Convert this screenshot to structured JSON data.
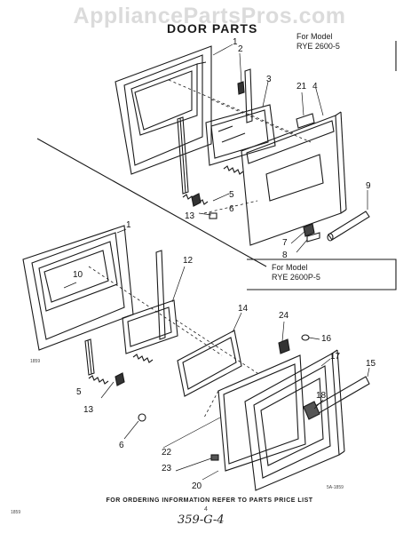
{
  "watermark": "AppliancePartsPros.com",
  "title": "DOOR PARTS",
  "model_upper": {
    "line1": "For Model",
    "line2": "RYE 2600-5"
  },
  "model_lower": {
    "line1": "For Model",
    "line2": "RYE 2600P-5"
  },
  "footer": "FOR ORDERING INFORMATION REFER TO PARTS PRICE LIST",
  "page_number": "4",
  "handwritten_code": "359-G-4",
  "corner_code_left": "1859",
  "corner_code_right": "5A-1859",
  "side_code": "1859",
  "callouts": {
    "c1_top": "1",
    "c2": "2",
    "c3": "3",
    "c21": "21",
    "c4": "4",
    "c5_top": "5",
    "c13_top": "13",
    "c6_top": "6",
    "c9": "9",
    "c7": "7",
    "c8": "8",
    "c1_bottom": "1",
    "c10": "10",
    "c12": "12",
    "c14": "14",
    "c24": "24",
    "c16": "16",
    "c17": "17",
    "c15": "15",
    "c18": "18",
    "c5_bottom": "5",
    "c13_bottom": "13",
    "c6_bottom": "6",
    "c22": "22",
    "c23": "23",
    "c20": "20"
  }
}
